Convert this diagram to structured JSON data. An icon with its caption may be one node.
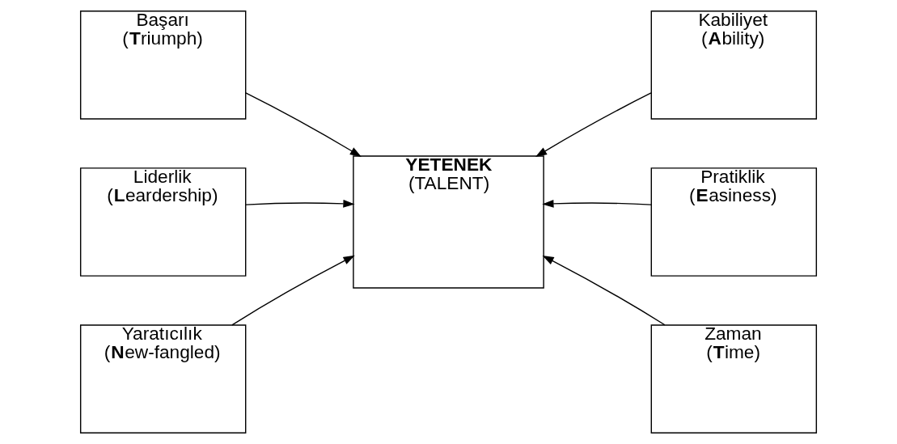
{
  "diagram": {
    "nodes": [
      {
        "text": [
          "Başarı",
          "(**T**riumph)"
        ]
      },
      {
        "text": [
          "Kabiliyet",
          "(**A**bility)"
        ]
      },
      {
        "text": [
          "Liderlik",
          "(**L**eardership)"
        ]
      },
      {
        "text": [
          "YETENEK",
          "(TALENT)"
        ]
      },
      {
        "text": [
          "Pratiklik",
          "(**E**asiness)"
        ]
      },
      {
        "text": [
          "Yaratıcılık",
          "(**N**ew-fangled)"
        ]
      },
      {
        "text": [
          "Zaman",
          "(**T**ime)"
        ]
      }
    ],
    "edges": [
      {
        "from": 0,
        "to": 3,
        "arrow": "to"
      },
      {
        "from": 1,
        "to": 3,
        "arrow": "to"
      },
      {
        "from": 2,
        "to": 3,
        "arrow": "to"
      },
      {
        "from": 4,
        "to": 3,
        "arrow": "to"
      },
      {
        "from": 5,
        "to": 3,
        "arrow": "to"
      },
      {
        "from": 6,
        "to": 3,
        "arrow": "to"
      }
    ]
  }
}
